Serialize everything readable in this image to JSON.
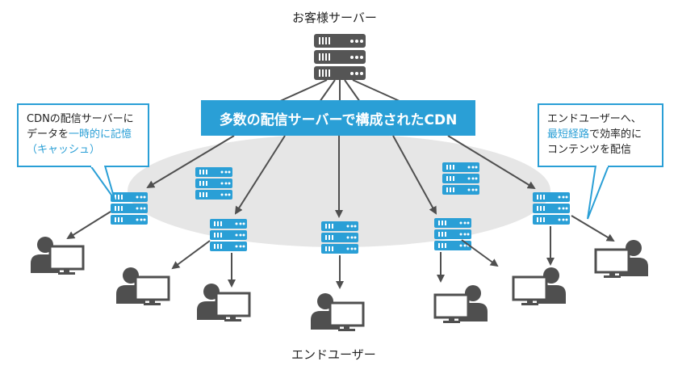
{
  "title": "お客様サーバー",
  "banner": "多数の配信サーバーで構成されたCDN",
  "footer": "エンドユーザー",
  "callout_left": {
    "line1": "CDNの配信サーバーに",
    "line2_pre": "データを",
    "line2_hl": "一時的に記憶",
    "line3_hl": "（キャッシュ）"
  },
  "callout_right": {
    "line1": "エンドユーザーへ、",
    "line2_hl": "最短経路",
    "line2_post": "で効率的に",
    "line3": "コンテンツを配信"
  },
  "colors": {
    "accent": "#2a9fd6",
    "dark_gray": "#4f4f4f",
    "cloud": "#e6e6e6",
    "white": "#ffffff"
  },
  "icons": [
    "origin-server-icon",
    "cdn-server-icon",
    "user-computer-icon"
  ]
}
